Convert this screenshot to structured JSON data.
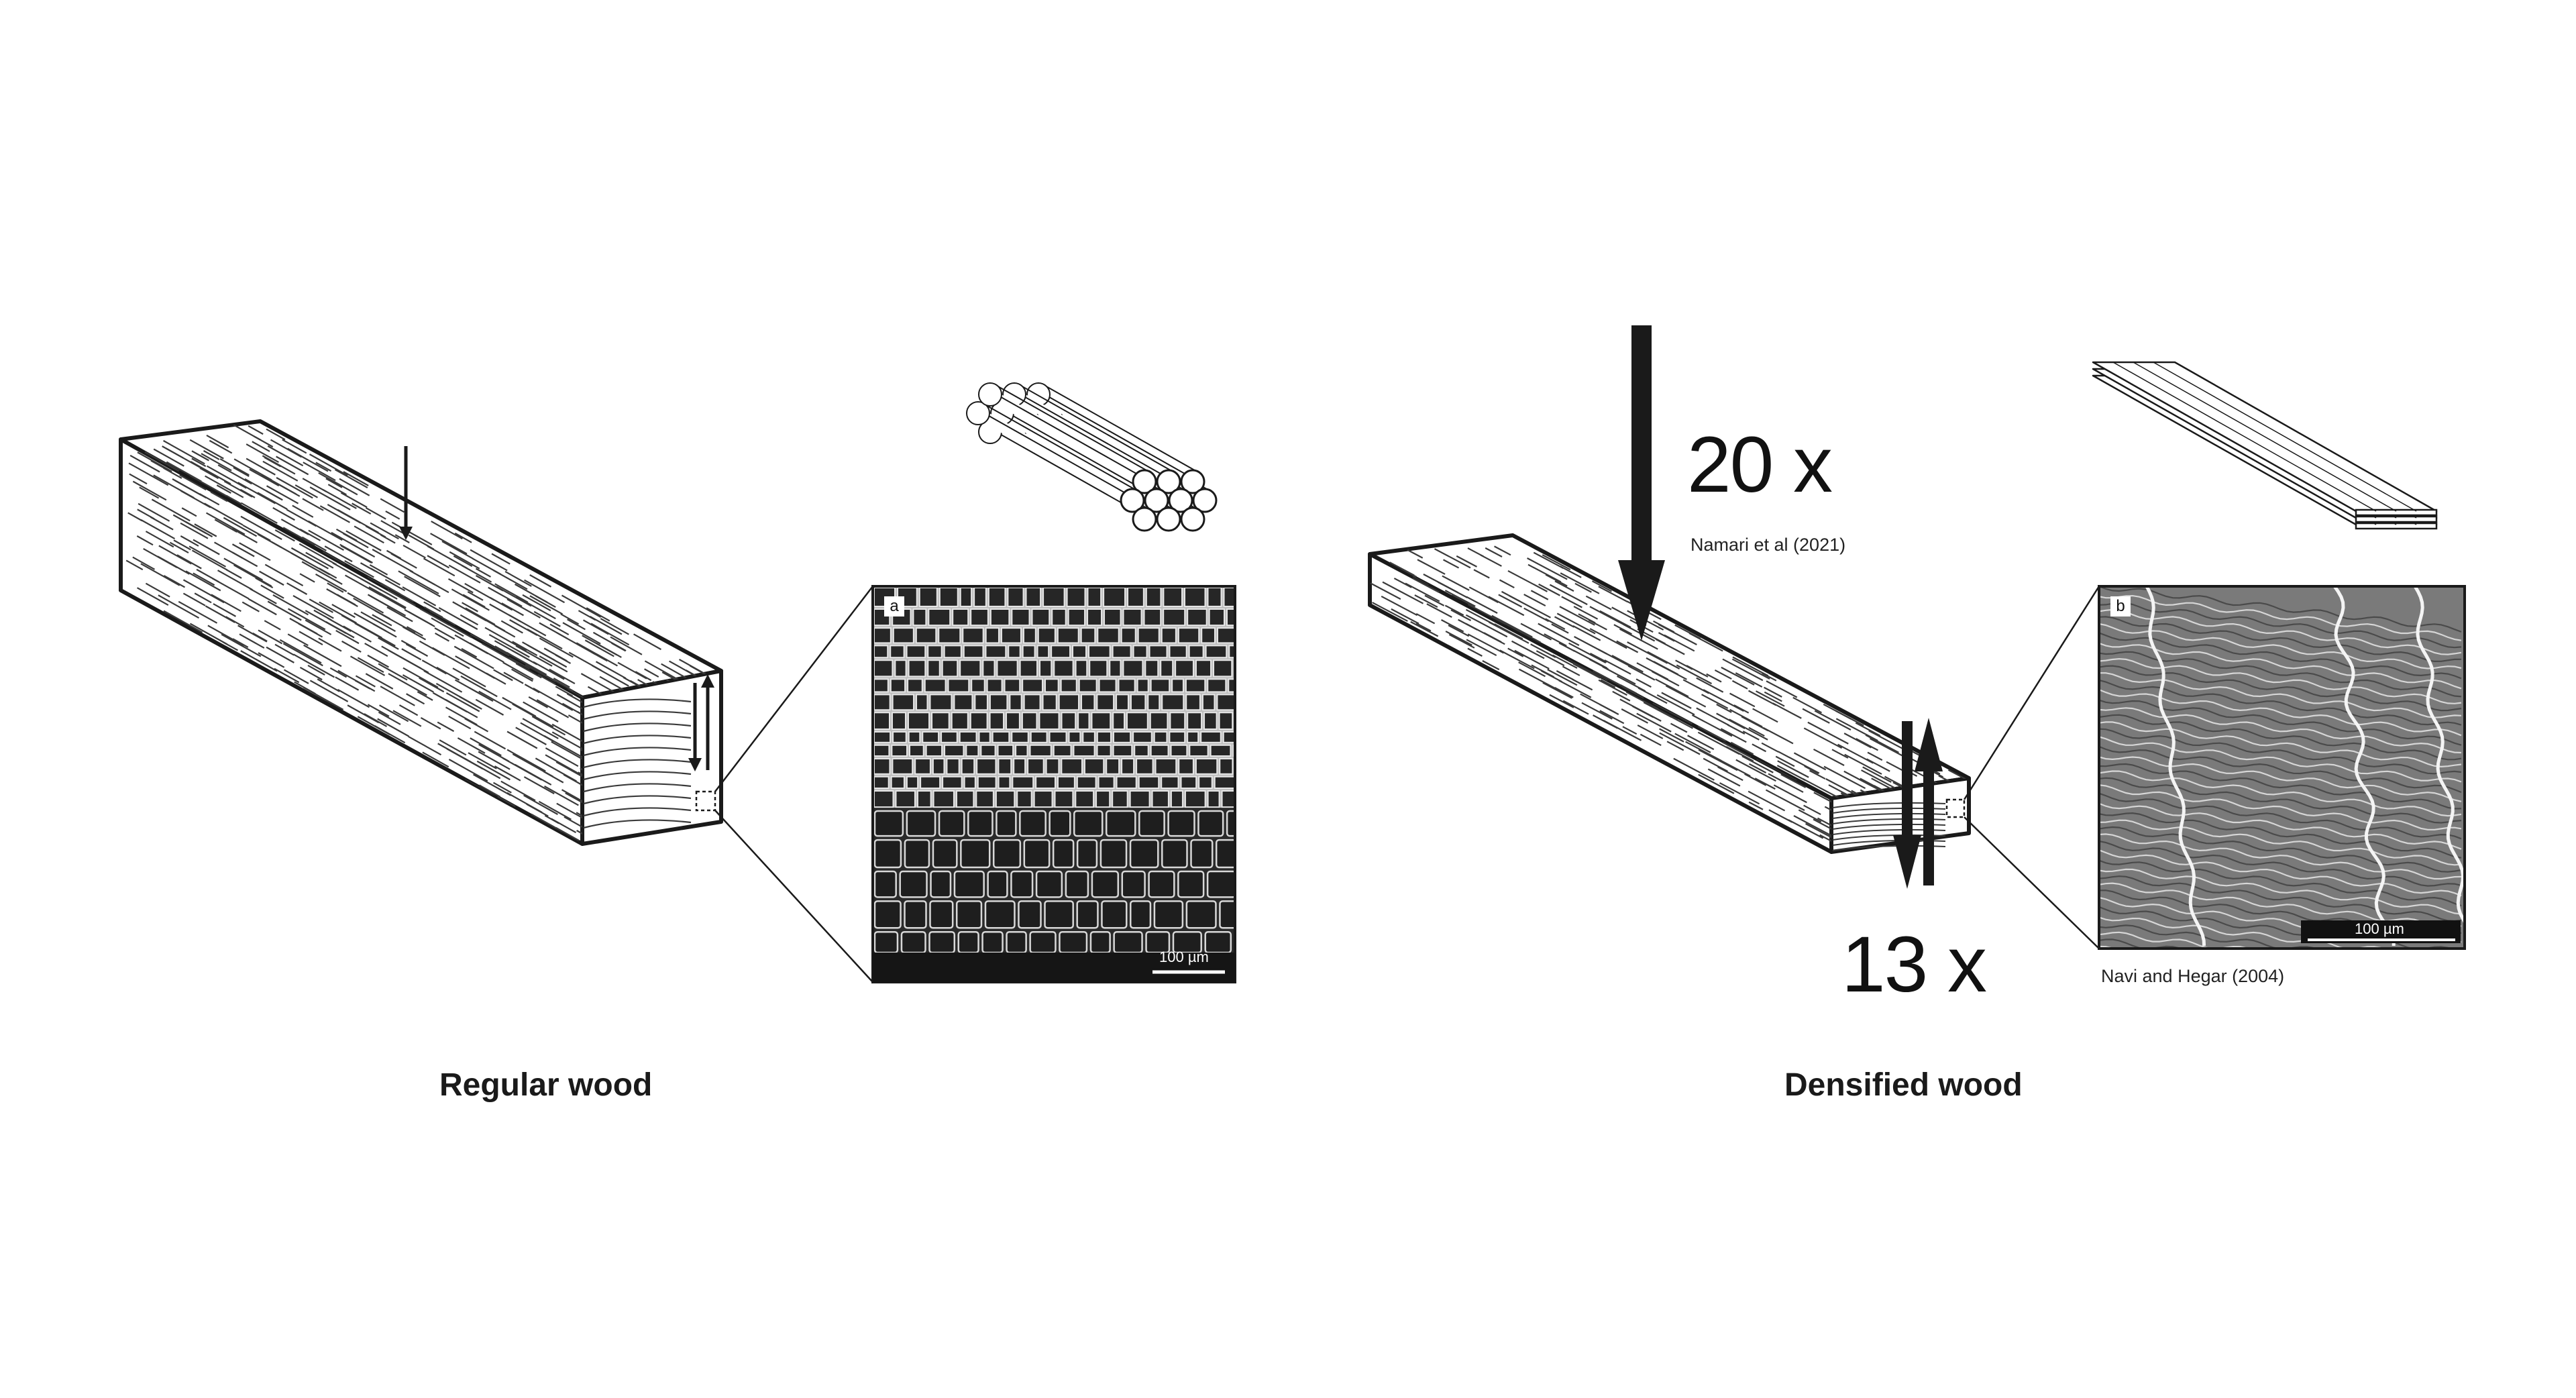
{
  "left": {
    "caption": "Regular wood",
    "panel_letter": "a",
    "scale_bar": "100 µm"
  },
  "right": {
    "caption": "Densified wood",
    "compression_factor": "20 x",
    "compression_source": "Namari et al (2021)",
    "stiffness_factor": "13 x",
    "panel_letter": "b",
    "scale_bar": "100 µm",
    "micrograph_source": "Navi and Hegar (2004)"
  },
  "colors": {
    "ink": "#1a1a1a",
    "background": "#ffffff",
    "micro_dark": "#2a2a2a",
    "micro_light": "#e6e6e6"
  }
}
